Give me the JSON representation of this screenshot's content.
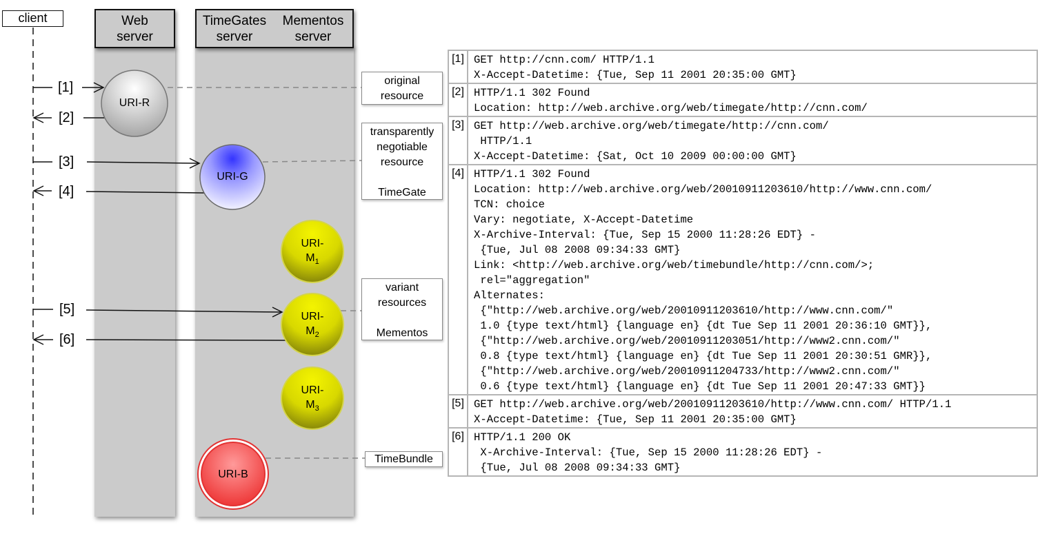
{
  "client": {
    "label": "client"
  },
  "columns": {
    "web": "Web\nserver",
    "timegates": "TimeGates\nserver",
    "mementos": "Mementos\nserver"
  },
  "steps": [
    "[1]",
    "[2]",
    "[3]",
    "[4]",
    "[5]",
    "[6]"
  ],
  "nodes": {
    "uri_r": "URI-R",
    "uri_g": "URI-G",
    "uri_m1": {
      "main": "URI-\nM",
      "sub": "1"
    },
    "uri_m2": {
      "main": "URI-\nM",
      "sub": "2"
    },
    "uri_m3": {
      "main": "URI-\nM",
      "sub": "3"
    },
    "uri_b": "URI-B"
  },
  "notes": {
    "original": [
      "original",
      "resource"
    ],
    "timegate": [
      "transparently",
      "negotiable",
      "resource",
      "",
      "TimeGate"
    ],
    "mementos": [
      "variant",
      "resources",
      "",
      "Mementos"
    ],
    "timebundle": [
      "TimeBundle"
    ]
  },
  "colors": {
    "uri_r": "#b8b8b8",
    "uri_g": "#4444ee",
    "uri_m": "#e3e300",
    "uri_b": "#ee3b3b"
  },
  "messages": [
    {
      "id": "[1]",
      "lines": [
        "GET http://cnn.com/ HTTP/1.1",
        "X-Accept-Datetime: {Tue, Sep 11 2001 20:35:00 GMT}"
      ]
    },
    {
      "id": "[2]",
      "lines": [
        "HTTP/1.1 302 Found",
        "Location: http://web.archive.org/web/timegate/http://cnn.com/"
      ]
    },
    {
      "id": "[3]",
      "lines": [
        "GET http://web.archive.org/web/timegate/http://cnn.com/",
        " HTTP/1.1",
        "X-Accept-Datetime: {Sat, Oct 10 2009 00:00:00 GMT}"
      ]
    },
    {
      "id": "[4]",
      "lines": [
        "HTTP/1.1 302 Found",
        "Location: http://web.archive.org/web/20010911203610/http://www.cnn.com/",
        "TCN: choice",
        "Vary: negotiate, X-Accept-Datetime",
        "X-Archive-Interval: {Tue, Sep 15 2000 11:28:26 EDT} -",
        " {Tue, Jul 08 2008 09:34:33 GMT}",
        "Link: <http://web.archive.org/web/timebundle/http://cnn.com/>;",
        " rel=\"aggregation\"",
        "Alternates:",
        " {\"http://web.archive.org/web/20010911203610/http://www.cnn.com/\"",
        " 1.0 {type text/html} {language en} {dt Tue Sep 11 2001 20:36:10 GMT}},",
        " {\"http://web.archive.org/web/20010911203051/http://www2.cnn.com/\"",
        " 0.8 {type text/html} {language en} {dt Tue Sep 11 2001 20:30:51 GMR}},",
        " {\"http://web.archive.org/web/20010911204733/http://www2.cnn.com/\"",
        " 0.6 {type text/html} {language en} {dt Tue Sep 11 2001 20:47:33 GMT}}"
      ]
    },
    {
      "id": "[5]",
      "lines": [
        "GET http://web.archive.org/web/20010911203610/http://www.cnn.com/ HTTP/1.1",
        "X-Accept-Datetime: {Tue, Sep 11 2001 20:35:00 GMT}"
      ]
    },
    {
      "id": "[6]",
      "lines": [
        "HTTP/1.1 200 OK",
        " X-Archive-Interval: {Tue, Sep 15 2000 11:28:26 EDT} -",
        " {Tue, Jul 08 2008 09:34:33 GMT}"
      ]
    }
  ]
}
